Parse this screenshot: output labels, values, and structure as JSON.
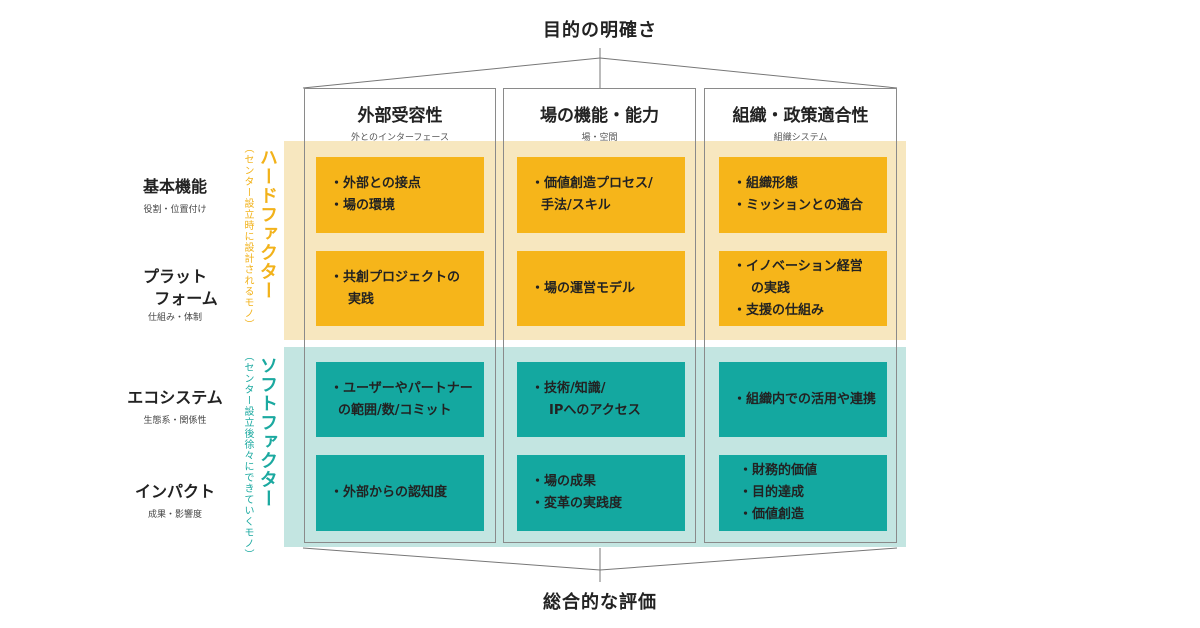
{
  "top_title": "目的の明確さ",
  "bottom_title": "総合的な評価",
  "columns": [
    {
      "title": "外部受容性",
      "subtitle": "外とのインターフェース"
    },
    {
      "title": "場の機能・能力",
      "subtitle": "場・空間"
    },
    {
      "title": "組織・政策適合性",
      "subtitle": "組織システム"
    }
  ],
  "rows": [
    {
      "label": "基本機能",
      "subtitle": "役割・位置付け"
    },
    {
      "label_line1": "プラット",
      "label_line2": "フォーム",
      "subtitle": "仕組み・体制"
    },
    {
      "label": "エコシステム",
      "subtitle": "生態系・関係性"
    },
    {
      "label": "インパクト",
      "subtitle": "成果・影響度"
    }
  ],
  "factors": {
    "hard": {
      "title": "ハードファクター",
      "note": "（センター設立時に設計されるモノ）",
      "color": "#f2b21a"
    },
    "soft": {
      "title": "ソフトファクター",
      "note": "（センター設立後徐々にできていくモノ）",
      "color": "#1ba9a0"
    }
  },
  "cells": {
    "r1c1": [
      "・外部との接点",
      "・場の環境"
    ],
    "r1c2": [
      "・価値創造プロセス/",
      "手法/スキル"
    ],
    "r1c3": [
      "・組織形態",
      "・ミッションとの適合"
    ],
    "r2c1": [
      "・共創プロジェクトの",
      "実践"
    ],
    "r2c2": [
      "・場の運営モデル"
    ],
    "r2c3": [
      "・イノベーション経営",
      "の実践",
      "・支援の仕組み"
    ],
    "r3c1": [
      "・ユーザーやパートナー",
      "の範囲/数/コミット"
    ],
    "r3c2": [
      "・技術/知識/",
      "IPへのアクセス"
    ],
    "r3c3": [
      "・組織内での活用や連携"
    ],
    "r4c1": [
      "・外部からの認知度"
    ],
    "r4c2": [
      "・場の成果",
      "・変革の実践度"
    ],
    "r4c3": [
      "・財務的価値",
      "・目的達成",
      "・価値創造"
    ]
  },
  "colors": {
    "hard_band": "#f7e7bf",
    "hard_cell": "#f6b51a",
    "soft_band": "#c3e5e1",
    "soft_cell": "#14a8a0"
  }
}
